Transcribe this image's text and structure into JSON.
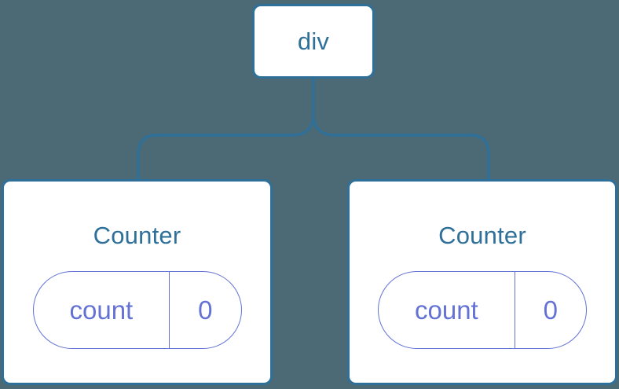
{
  "diagram": {
    "type": "component-tree",
    "background_color": "#4c6a75",
    "node_border_color": "#2e7099",
    "node_text_color": "#2e7099",
    "state_accent_color": "#6372d4",
    "connector_color": "#2e7099",
    "root": {
      "label": "div"
    },
    "children": [
      {
        "title": "Counter",
        "state": {
          "key": "count",
          "value": "0"
        }
      },
      {
        "title": "Counter",
        "state": {
          "key": "count",
          "value": "0"
        }
      }
    ]
  }
}
